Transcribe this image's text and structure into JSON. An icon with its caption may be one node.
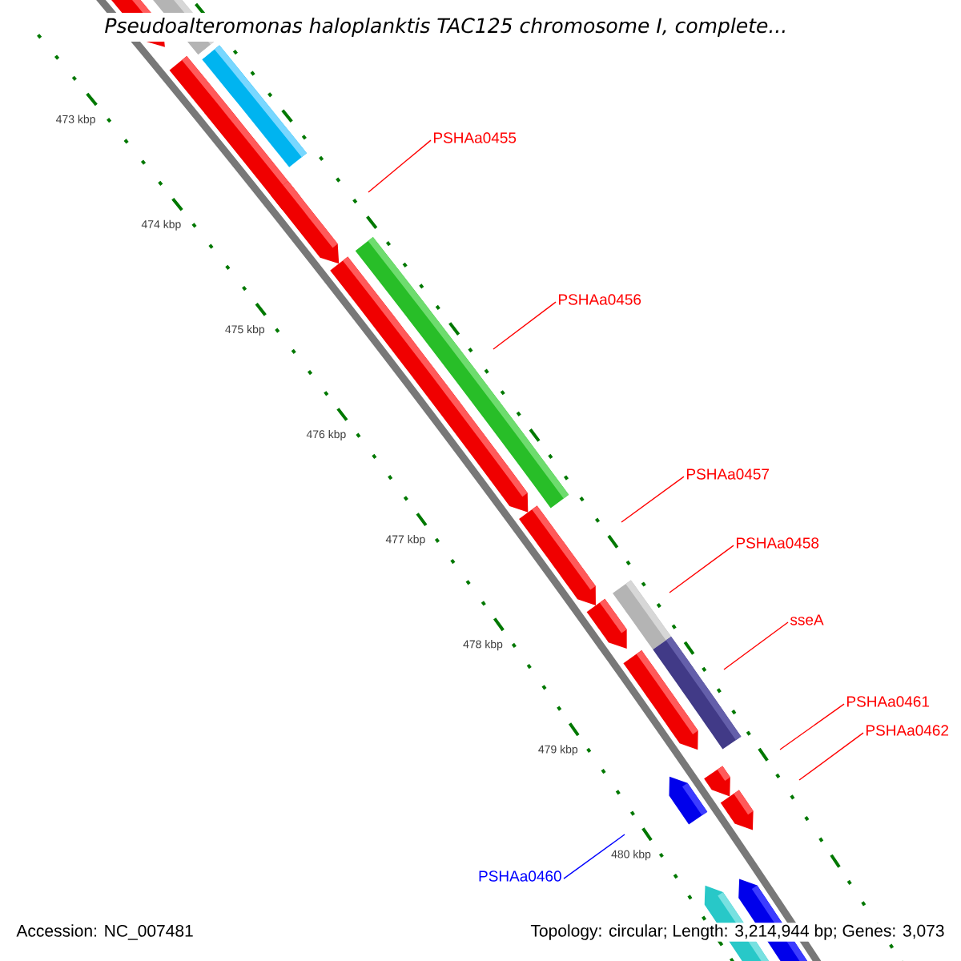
{
  "diagram": {
    "title": "Pseudoalteromonas haloplanktis TAC125 chromosome I, complete...",
    "nodes": [
      {
        "text": [
          "PSHAa0455"
        ]
      },
      {
        "text": [
          "PSHAa0456"
        ]
      },
      {
        "text": [
          "PSHAa0457"
        ]
      },
      {
        "text": [
          "PSHAa0458"
        ]
      },
      {
        "text": [
          "sseA"
        ]
      },
      {
        "text": [
          "PSHAa0461"
        ]
      },
      {
        "text": [
          "PSHAa0462"
        ]
      },
      {
        "text": [
          "PSHAa0460"
        ]
      }
    ],
    "edges": [
      {
        "from": 0,
        "to": null,
        "arrow": "none"
      },
      {
        "from": 1,
        "to": null,
        "arrow": "none"
      },
      {
        "from": 2,
        "to": null,
        "arrow": "none"
      },
      {
        "from": 3,
        "to": null,
        "arrow": "none"
      },
      {
        "from": 4,
        "to": null,
        "arrow": "none"
      },
      {
        "from": 5,
        "to": null,
        "arrow": "none"
      },
      {
        "from": 6,
        "to": null,
        "arrow": "none"
      },
      {
        "from": 7,
        "to": null,
        "arrow": "none",
        "color": "#0000ff"
      }
    ],
    "labels": [
      "473 kbp",
      "474 kbp",
      "475 kbp",
      "476 kbp",
      "477 kbp",
      "478 kbp",
      "479 kbp",
      "480 kbp",
      "Accession: NC_007481",
      "Topology: circular; Length: 3,214,944 bp; Genes: 3,073"
    ]
  }
}
